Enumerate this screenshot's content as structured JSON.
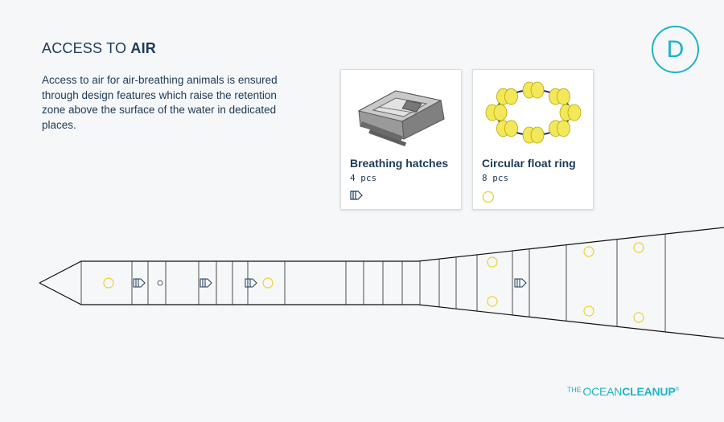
{
  "title": {
    "prefix": "ACCESS TO ",
    "emphasis": "AIR"
  },
  "description": "Access to air for air-breathing animals is ensured through design features which raise the retention zone above the surface of the water in dedicated places.",
  "badge": "D",
  "cards": [
    {
      "name": "Breathing hatches",
      "quantity": "4 pcs",
      "icon": "breathing-hatch-icon"
    },
    {
      "name": "Circular float ring",
      "quantity": "8 pcs",
      "icon": "float-ring-icon"
    }
  ],
  "colors": {
    "navy": "#1c3a57",
    "accent": "#1fb3c9",
    "float_yellow": "#f2e85a",
    "float_marker": "#e6d430"
  },
  "logo": {
    "the": "THE",
    "ocean": "OCEAN",
    "cleanup": "CLEANUP",
    "mark": "®"
  }
}
